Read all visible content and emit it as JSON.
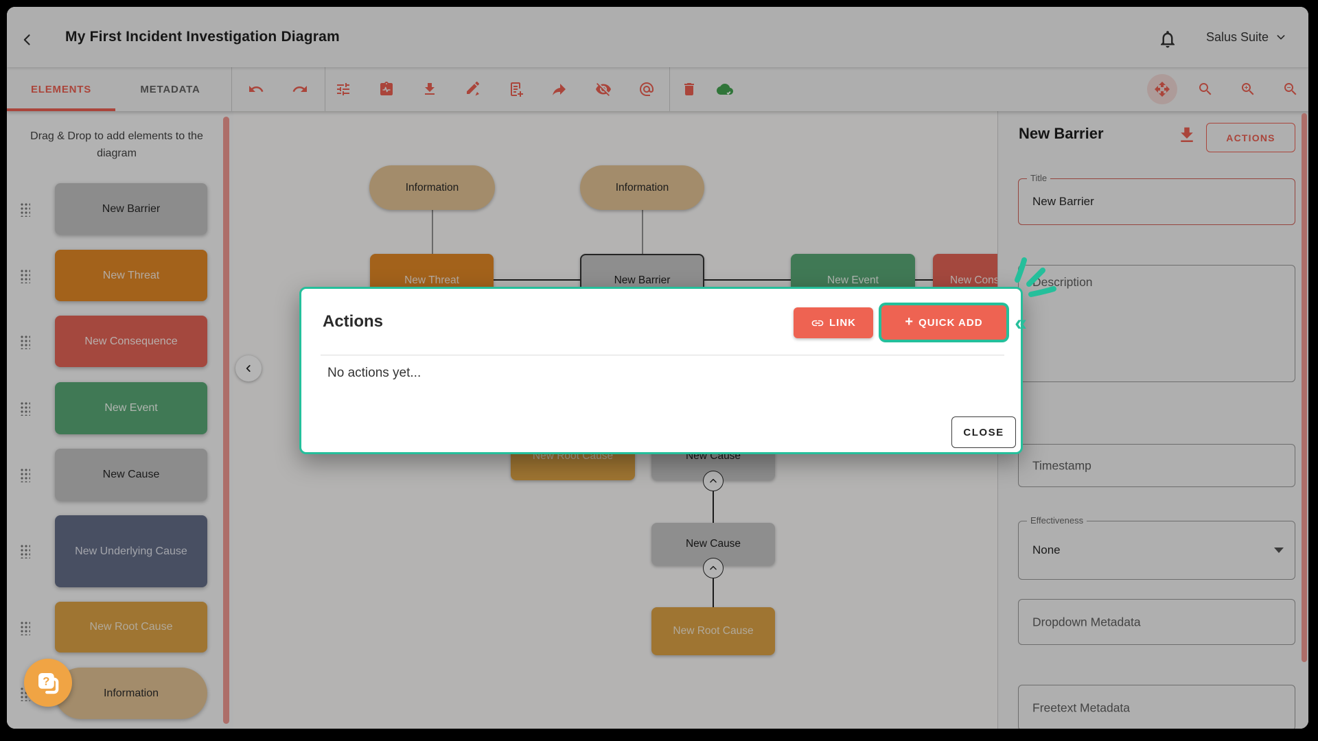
{
  "topbar": {
    "title": "My First Incident Investigation Diagram",
    "account_label": "Salus Suite"
  },
  "sidebar": {
    "tabs": [
      {
        "label": "ELEMENTS"
      },
      {
        "label": "METADATA"
      }
    ],
    "hint": "Drag & Drop to add elements to the diagram",
    "items": [
      {
        "label": "New Barrier"
      },
      {
        "label": "New Threat"
      },
      {
        "label": "New Consequence"
      },
      {
        "label": "New Event"
      },
      {
        "label": "New Cause"
      },
      {
        "label": "New Underlying Cause"
      },
      {
        "label": "New Root Cause"
      },
      {
        "label": "Information"
      }
    ]
  },
  "toolbar": {
    "icons": [
      "undo",
      "redo",
      "tune",
      "health-report",
      "download",
      "edit",
      "note-add",
      "share",
      "hide",
      "attachment",
      "delete",
      "cloud-saved",
      "pan",
      "search",
      "zoom-in",
      "zoom-out"
    ]
  },
  "canvas": {
    "nodes": [
      {
        "label": "Information"
      },
      {
        "label": "Information"
      },
      {
        "label": "New Threat"
      },
      {
        "label": "New Barrier"
      },
      {
        "label": "New Event"
      },
      {
        "label": "New Consequence"
      },
      {
        "label": "New Root Cause"
      },
      {
        "label": "New Cause"
      },
      {
        "label": "New Cause"
      },
      {
        "label": "New Root Cause"
      }
    ]
  },
  "modal": {
    "title": "Actions",
    "link_label": "LINK",
    "quick_add_label": "QUICK ADD",
    "empty_text": "No actions yet...",
    "close_label": "CLOSE"
  },
  "panel": {
    "title": "New Barrier",
    "actions_label": "ACTIONS",
    "title_field_label": "Title",
    "title_field_value": "New Barrier",
    "description_placeholder": "Description",
    "timestamp_placeholder": "Timestamp",
    "effectiveness_label": "Effectiveness",
    "effectiveness_value": "None",
    "dropdown_placeholder": "Dropdown Metadata",
    "freetext_placeholder": "Freetext Metadata"
  },
  "colors": {
    "brand_red": "#e2584a",
    "modal_button_red": "#ee6352",
    "accent_teal": "#25bf9b",
    "node_threat": "#d9801f",
    "node_consequence": "#da5c4f",
    "node_event": "#52a06e",
    "node_gray": "#b9b9b9",
    "node_underlying": "#5d6680",
    "node_root": "#d49a3e",
    "node_information": "#d9ba8c",
    "help_orange": "#f0a444"
  }
}
